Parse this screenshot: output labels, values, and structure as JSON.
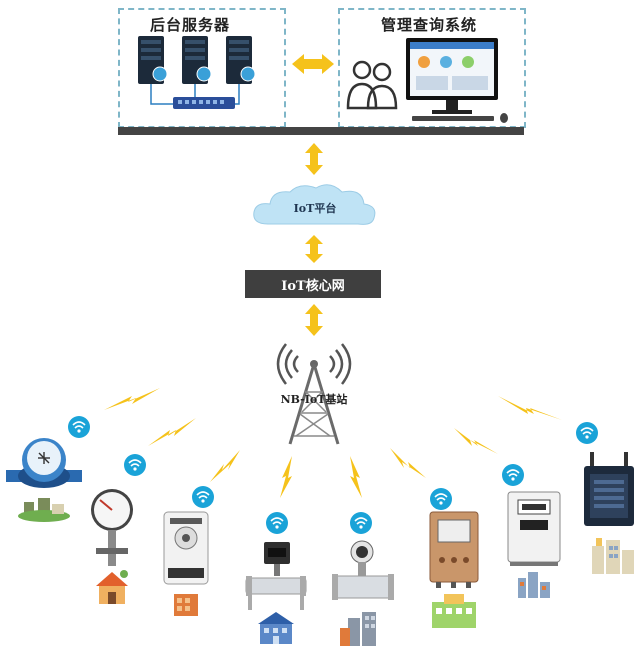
{
  "nodes": {
    "backend_servers": "后台服务器",
    "management_system": "管理查询系统",
    "iot_platform": "IoT平台",
    "iot_core_network": "IoT核心网",
    "nb_iot_base_station": "NB-IoT基站"
  },
  "devices": [
    "water-meter",
    "pressure-gauge",
    "smart-meter",
    "flow-meter",
    "electromagnetic-flowmeter",
    "control-cabinet",
    "electric-meter",
    "gateway-device"
  ],
  "colors": {
    "arrow": "#f5c21b",
    "cloud": "#bfe3f5",
    "core_network": "#3f3f3f",
    "wifi": "#1aa3d8",
    "lightning": "#f5c21b",
    "dashed_border": "#7fb6c8"
  }
}
